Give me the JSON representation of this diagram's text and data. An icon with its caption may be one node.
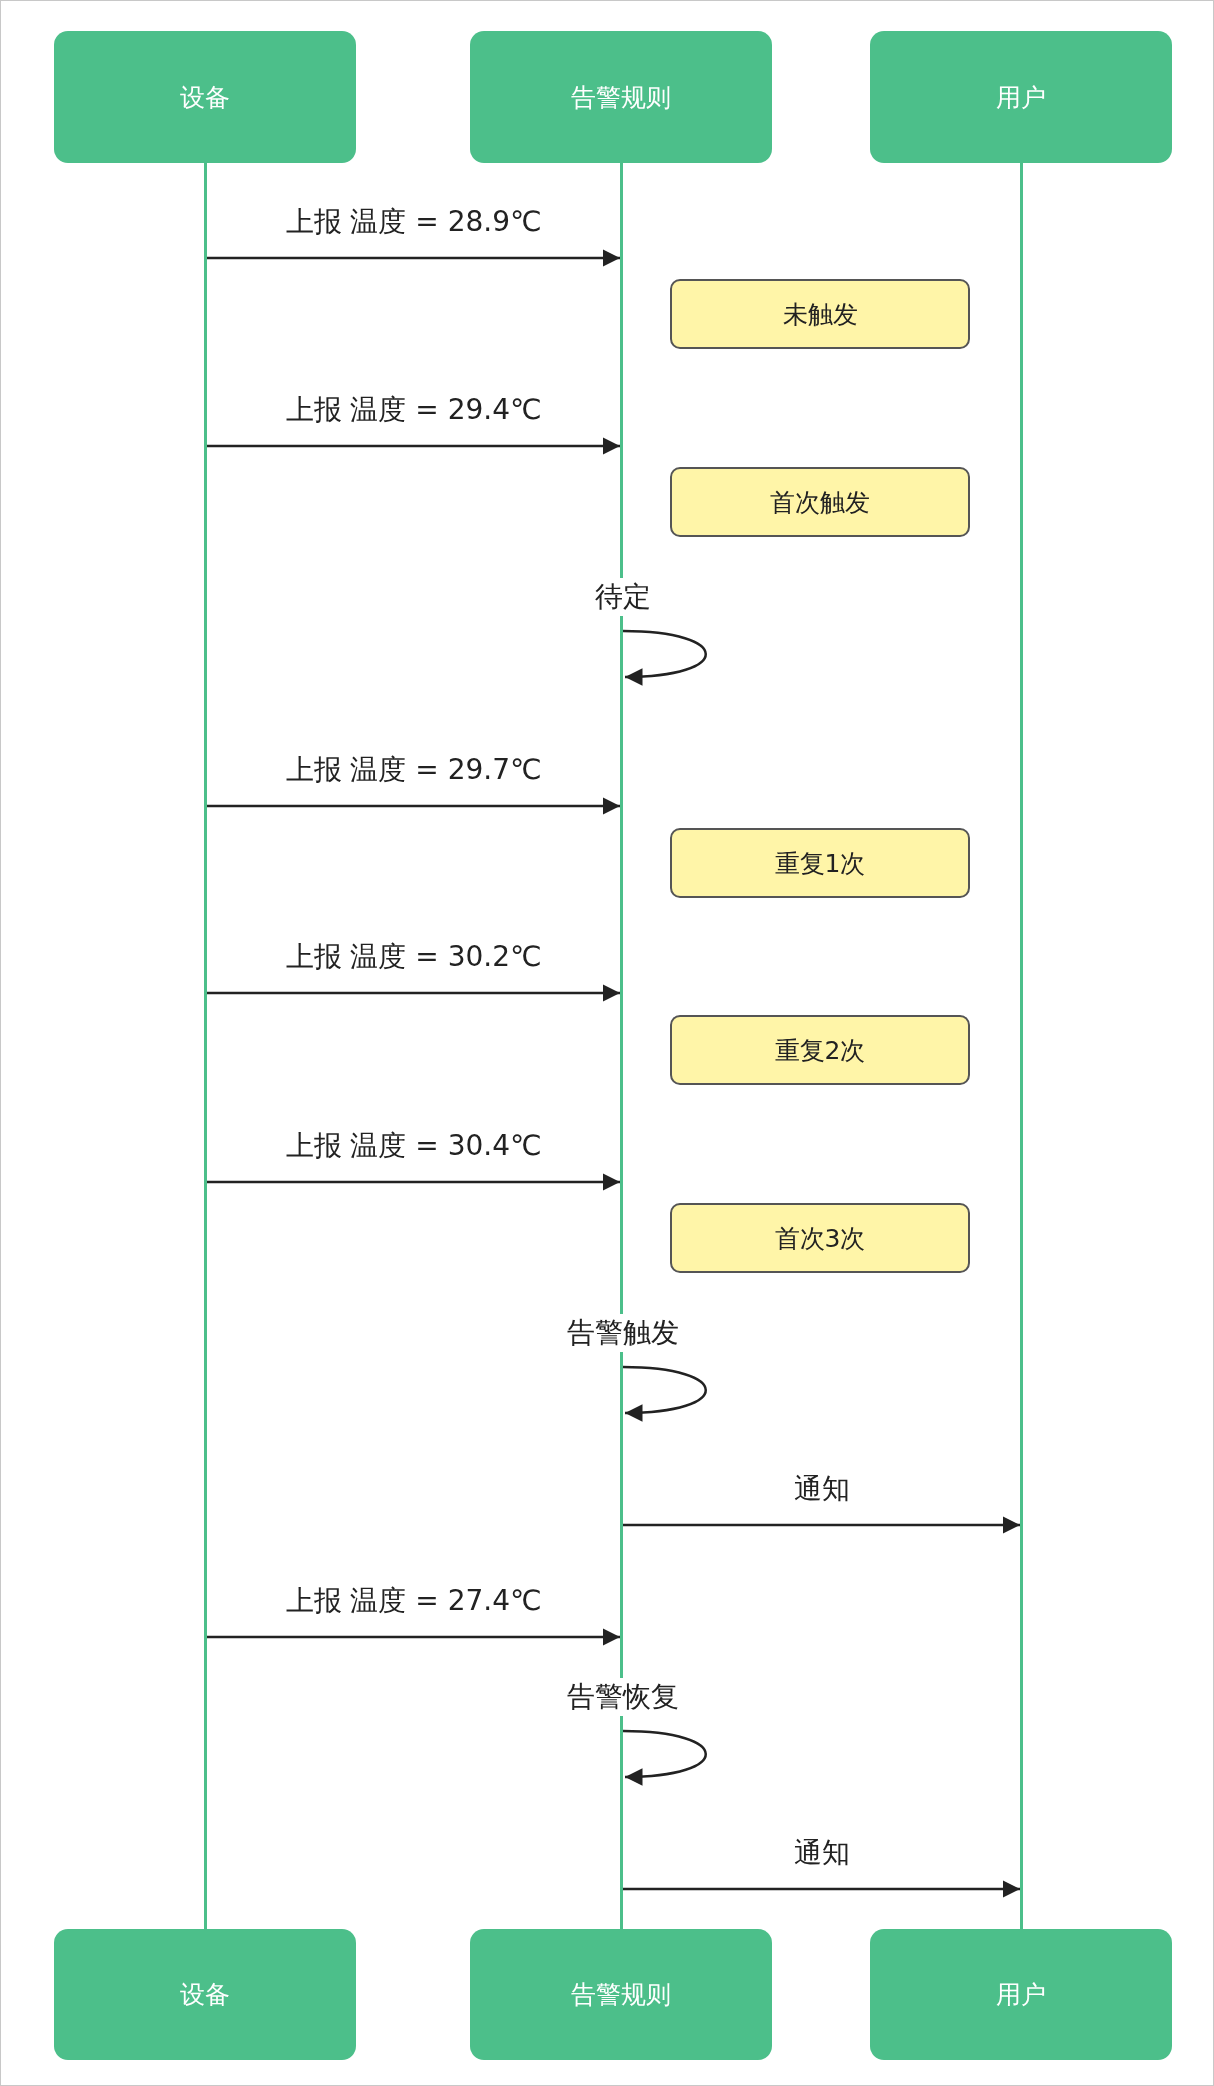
{
  "diagram": {
    "nodes": [
      {
        "text": [
          "设备"
        ]
      },
      {
        "text": [
          "告警规则"
        ]
      },
      {
        "text": [
          "用户"
        ]
      },
      {
        "text": [],
        "shape": "bar"
      },
      {
        "text": [],
        "shape": "bar"
      },
      {
        "text": [],
        "shape": "bar"
      },
      {
        "text": [
          "未触发"
        ]
      },
      {
        "text": [
          "首次触发"
        ]
      },
      {
        "text": [
          "重复1次"
        ]
      },
      {
        "text": [
          "重复2次"
        ]
      },
      {
        "text": [
          "首次3次"
        ]
      },
      {
        "text": [
          "设备"
        ]
      },
      {
        "text": [
          "告警规则"
        ]
      },
      {
        "text": [
          "用户"
        ]
      }
    ],
    "edges": [
      {
        "from": 3,
        "to": 4,
        "arrow": "to",
        "label": "上报 温度 = 28.9℃"
      },
      {
        "from": 3,
        "to": 4,
        "arrow": "to",
        "label": "上报 温度 = 29.4℃"
      },
      {
        "from": 4,
        "to": 4,
        "arrow": "to",
        "label": "待定"
      },
      {
        "from": 3,
        "to": 4,
        "arrow": "to",
        "label": "上报 温度 = 29.7℃"
      },
      {
        "from": 3,
        "to": 4,
        "arrow": "to",
        "label": "上报 温度 = 30.2℃"
      },
      {
        "from": 3,
        "to": 4,
        "arrow": "to",
        "label": "上报 温度 = 30.4℃"
      },
      {
        "from": 4,
        "to": 4,
        "arrow": "to",
        "label": "告警触发"
      },
      {
        "from": 4,
        "to": 5,
        "arrow": "to",
        "label": "通知"
      },
      {
        "from": 3,
        "to": 4,
        "arrow": "to",
        "label": "上报 温度 = 27.4℃"
      },
      {
        "from": 4,
        "to": 4,
        "arrow": "to",
        "label": "告警恢复"
      },
      {
        "from": 4,
        "to": 5,
        "arrow": "to",
        "label": "通知"
      }
    ]
  }
}
